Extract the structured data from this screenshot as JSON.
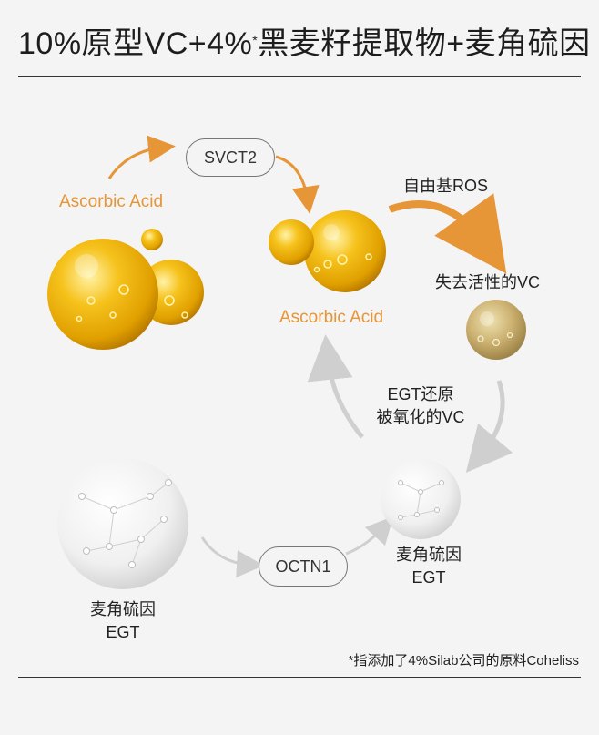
{
  "title": {
    "main": "10%原型VC+4%",
    "star": "*",
    "rest": "黑麦籽提取物+麦角硫因"
  },
  "nodes": {
    "svct2": "SVCT2",
    "ascorbic_left": "Ascorbic Acid",
    "ascorbic_center": "Ascorbic Acid",
    "free_radical": "自由基ROS",
    "inactive_vc": "失去活性的VC",
    "egt_restore": "EGT还原",
    "oxidized_vc": "被氧化的VC",
    "egt_left_name": "麦角硫因",
    "egt_left_abbr": "EGT",
    "octn1": "OCTN1",
    "egt_right_name": "麦角硫因",
    "egt_right_abbr": "EGT"
  },
  "footnote": "*指添加了4%Silab公司的原料Coheliss",
  "colors": {
    "accent_orange": "#e69537",
    "arrow_grey": "#cfcfcf",
    "text_dark": "#222222"
  }
}
